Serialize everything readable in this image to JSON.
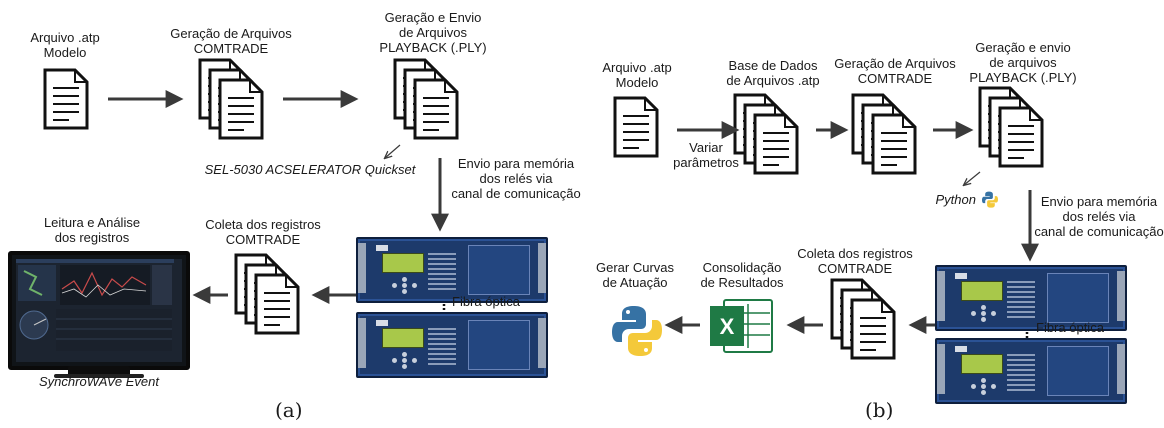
{
  "panel_a": {
    "caption": "(a)",
    "arquivo_atp": [
      "Arquivo .atp",
      "Modelo"
    ],
    "geracao_comtrade": [
      "Geração de Arquivos",
      "COMTRADE"
    ],
    "geracao_envio": [
      "Geração e Envio",
      "de Arquivos",
      "PLAYBACK (.PLY)"
    ],
    "quickset": "SEL-5030 ACSELERATOR Quickset",
    "envio_memoria": [
      "Envio para memória",
      "dos relés via",
      "canal de comunicação"
    ],
    "coleta": [
      "Coleta dos registros",
      "COMTRADE"
    ],
    "leitura": [
      "Leitura e Análise",
      "dos registros"
    ],
    "fibra": "Fibra óptica",
    "synchrowave": "SynchroWAVe Event"
  },
  "panel_b": {
    "caption": "(b)",
    "arquivo_atp": [
      "Arquivo .atp",
      "Modelo"
    ],
    "variar": [
      "Variar",
      "parâmetros"
    ],
    "base_dados": [
      "Base de Dados",
      "de Arquivos .atp"
    ],
    "geracao_comtrade": [
      "Geração de Arquivos",
      "COMTRADE"
    ],
    "geracao_envio": [
      "Geração e envio",
      "de arquivos",
      "PLAYBACK (.PLY)"
    ],
    "python": "Python",
    "envio_memoria": [
      "Envio para memória",
      "dos relés via",
      "canal de comunicação"
    ],
    "coleta": [
      "Coleta dos registros",
      "COMTRADE"
    ],
    "consolidacao": [
      "Consolidação",
      "de Resultados"
    ],
    "gerar_curvas": [
      "Gerar Curvas",
      "de Atuação"
    ],
    "fibra": "Fibra óptica"
  },
  "colors": {
    "relay_blue": "#1d3a6b",
    "excel_green": "#1f7a45",
    "python_blue": "#3672a4",
    "python_yellow": "#f4c93a"
  },
  "icons": [
    "document-icon",
    "document-stack-icon",
    "relay-icon",
    "monitor-icon",
    "excel-icon",
    "python-icon"
  ]
}
